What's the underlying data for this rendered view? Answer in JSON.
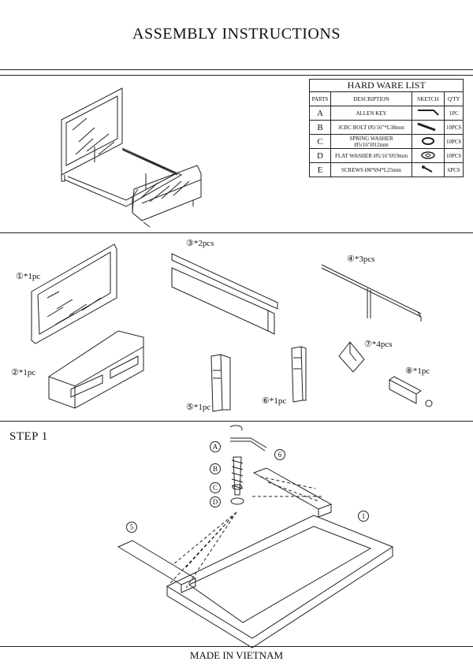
{
  "title": "ASSEMBLY INSTRUCTIONS",
  "footer": "MADE IN VIETNAM",
  "step": "STEP  1",
  "hardware": {
    "caption": "HARD WARE LIST",
    "headers": [
      "PARTS",
      "DESCRIPTION",
      "SKETCH",
      "Q'TY"
    ],
    "rows": [
      {
        "part": "A",
        "desc": "ALLEN KEY",
        "qty": "1PC",
        "icon": "allen-key-icon"
      },
      {
        "part": "B",
        "desc": "JCBC BOLT Ø5/16\"*L38mm",
        "qty": "10PCS",
        "icon": "bolt-icon"
      },
      {
        "part": "C",
        "desc": "SPRING WASHER Ø5/16\"Ø12mm",
        "qty": "10PCS",
        "icon": "spring-washer-icon"
      },
      {
        "part": "D",
        "desc": "FLAT WASHER Ø5/16\"Ø19mm",
        "qty": "10PCS",
        "icon": "flat-washer-icon"
      },
      {
        "part": "E",
        "desc": "SCREWS Ø8*Ø4*L25mm",
        "qty": "6PCS",
        "icon": "screw-icon"
      }
    ]
  },
  "parts": {
    "p1": "①*1pc",
    "p2": "②*1pc",
    "p3": "③*2pcs",
    "p4": "④*3pcs",
    "p5": "⑤*1pc",
    "p6": "⑥*1pc",
    "p7": "⑦*4pcs",
    "p8": "⑧*1pc"
  },
  "step1": {
    "callout_a": "A",
    "callout_b": "B",
    "callout_c": "C",
    "callout_d": "D",
    "callout_1": "1",
    "callout_5": "5",
    "callout_6": "6"
  }
}
